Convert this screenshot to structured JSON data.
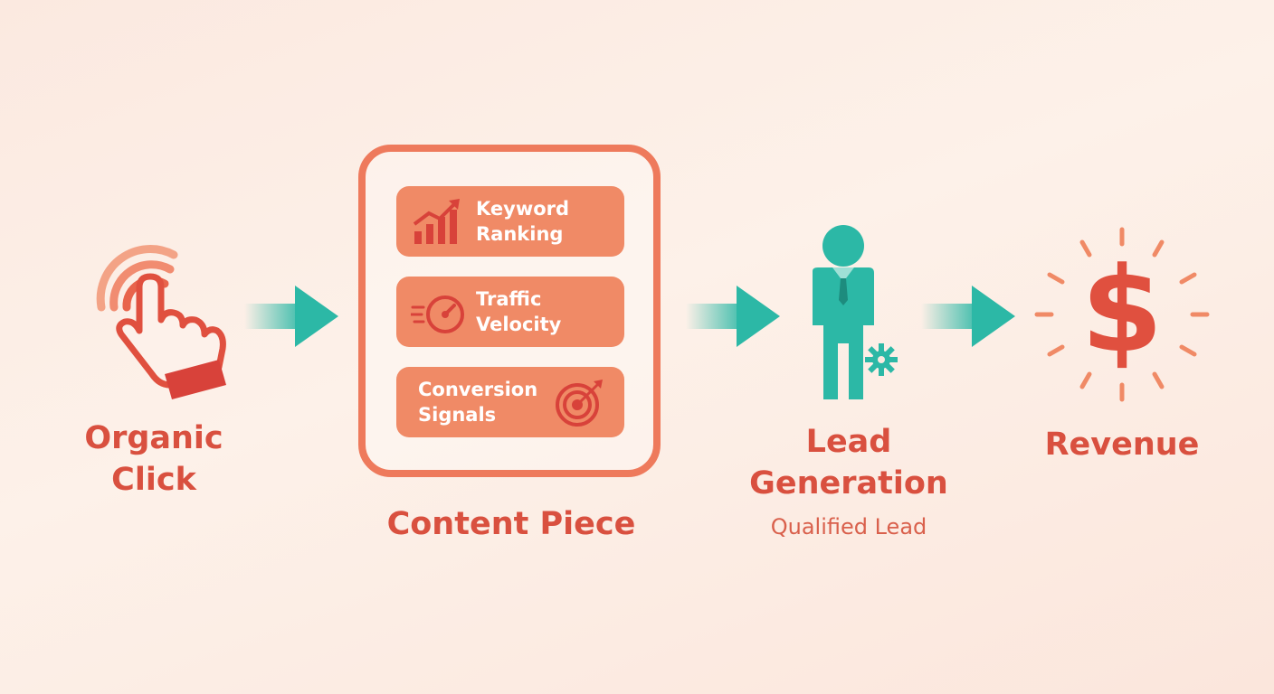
{
  "steps": {
    "organic_click": "Organic Click",
    "content_piece": "Content Piece",
    "lead_generation": "Lead Generation",
    "qualified_lead": "Qualified Lead",
    "revenue": "Revenue"
  },
  "metrics": [
    {
      "label": "Keyword Ranking",
      "icon": "bar-chart-icon"
    },
    {
      "label": "Traffic Velocity",
      "icon": "speedometer-icon"
    },
    {
      "label": "Conversion Signals",
      "icon": "target-icon"
    }
  ],
  "colors": {
    "primary": "#e0503f",
    "panel": "#f08a66",
    "teal": "#2cb8a6",
    "background": "#fbe9e0"
  }
}
